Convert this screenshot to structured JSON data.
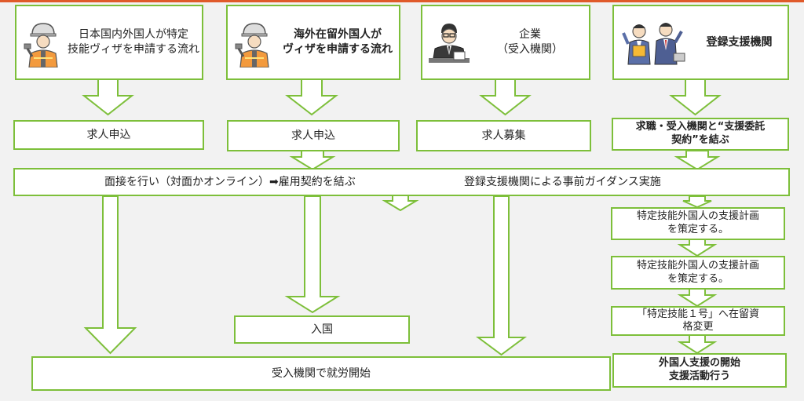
{
  "columns": [
    {
      "line1": "日本国内外国人が特定",
      "line2": "技能ヴィザを申請する流れ",
      "figure": "worker-icon"
    },
    {
      "line1": "海外在留外国人が",
      "line2": "ヴィザを申請する流れ",
      "figure": "worker-icon"
    },
    {
      "line1": "企業",
      "line2": "（受入機関）",
      "figure": "businessman-icon"
    },
    {
      "line1": "登録支援機関",
      "line2": "",
      "figure": "support-staff-icon"
    }
  ],
  "row2": {
    "c1": "求人申込",
    "c2": "求人申込",
    "c3": "求人募集",
    "c4_line1": "求職・受入機関と“支援委託",
    "c4_line2": "契約”を結ぶ"
  },
  "wide_row": {
    "left": "面接を行い（対面かオンライン）➡雇用契約を結ぶ",
    "right": "登録支援機関による事前ガイダンス実施"
  },
  "support_steps": [
    {
      "line1": "特定技能外国人の支援計画",
      "line2": "を策定する。"
    },
    {
      "line1": "特定技能外国人の支援計画",
      "line2": "を策定する。"
    },
    {
      "line1": "「特定技能１号」へ在留資",
      "line2": "格変更"
    }
  ],
  "entry": "入国",
  "start_work": "受入機関で就労開始",
  "final_support": {
    "line1": "外国人支援の開始",
    "line2": "支援活動行う"
  },
  "colors": {
    "border": "#7dbf3a",
    "arrow_fill": "#ffffff",
    "background": "#f2f2f2",
    "accent": "#e05a2a"
  }
}
